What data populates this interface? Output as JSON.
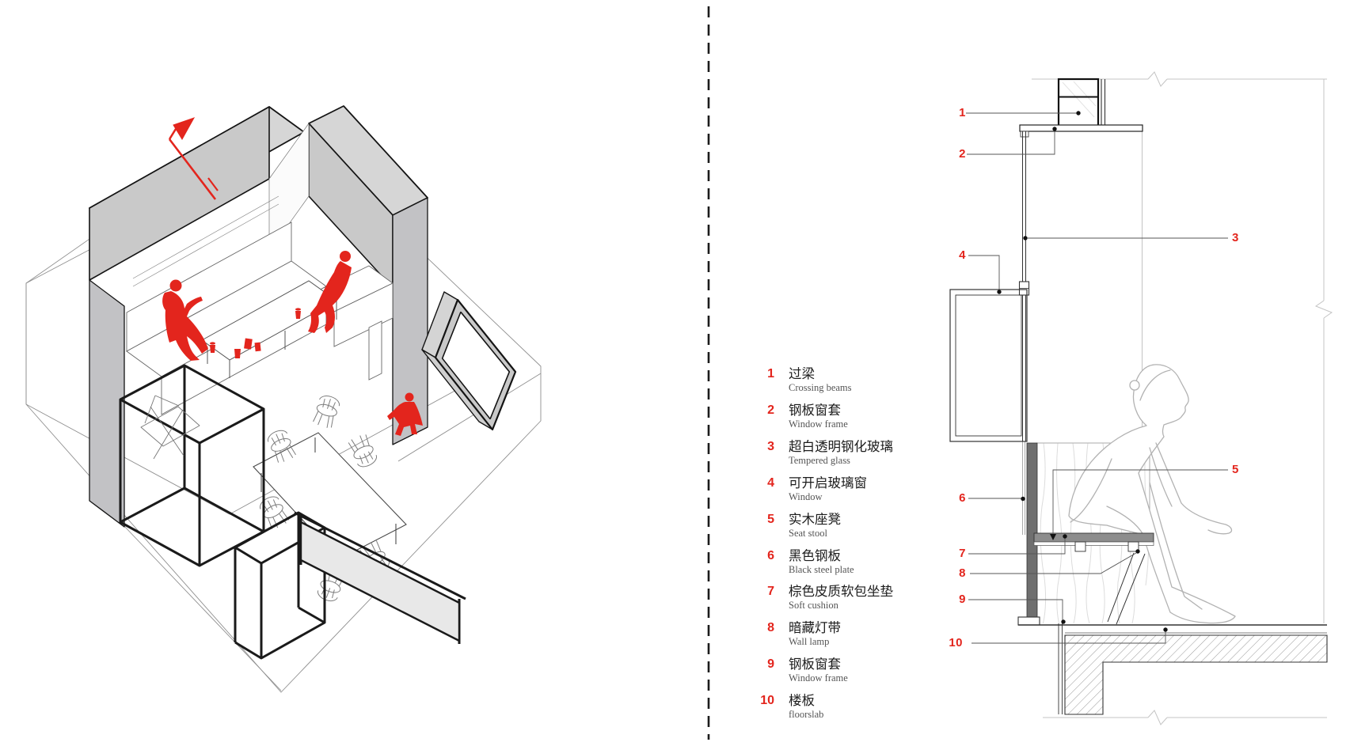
{
  "legend": {
    "items": [
      {
        "num": "1",
        "zh": "过梁",
        "en": "Crossing beams"
      },
      {
        "num": "2",
        "zh": "钢板窗套",
        "en": "Window frame"
      },
      {
        "num": "3",
        "zh": "超白透明钢化玻璃",
        "en": "Tempered glass"
      },
      {
        "num": "4",
        "zh": "可开启玻璃窗",
        "en": "Window"
      },
      {
        "num": "5",
        "zh": "实木座凳",
        "en": "Seat stool"
      },
      {
        "num": "6",
        "zh": "黑色钢板",
        "en": "Black steel plate"
      },
      {
        "num": "7",
        "zh": "棕色皮质软包坐垫",
        "en": "Soft cushion"
      },
      {
        "num": "8",
        "zh": "暗藏灯带",
        "en": "Wall lamp"
      },
      {
        "num": "9",
        "zh": "钢板窗套",
        "en": "Window frame"
      },
      {
        "num": "10",
        "zh": "楼板",
        "en": "floorslab"
      }
    ]
  },
  "section": {
    "callouts": [
      "1",
      "2",
      "3",
      "4",
      "5",
      "6",
      "7",
      "8",
      "9",
      "10"
    ]
  },
  "colors": {
    "accent_red": "#e3251d",
    "steel_plate_gray": "#6f6f6f",
    "seat_cushion_gray": "#8d8d8d",
    "volume_gray": "#cfcfcf",
    "glass_panel_gray": "#e8e8e8",
    "line_dark": "#1a1a1a"
  }
}
